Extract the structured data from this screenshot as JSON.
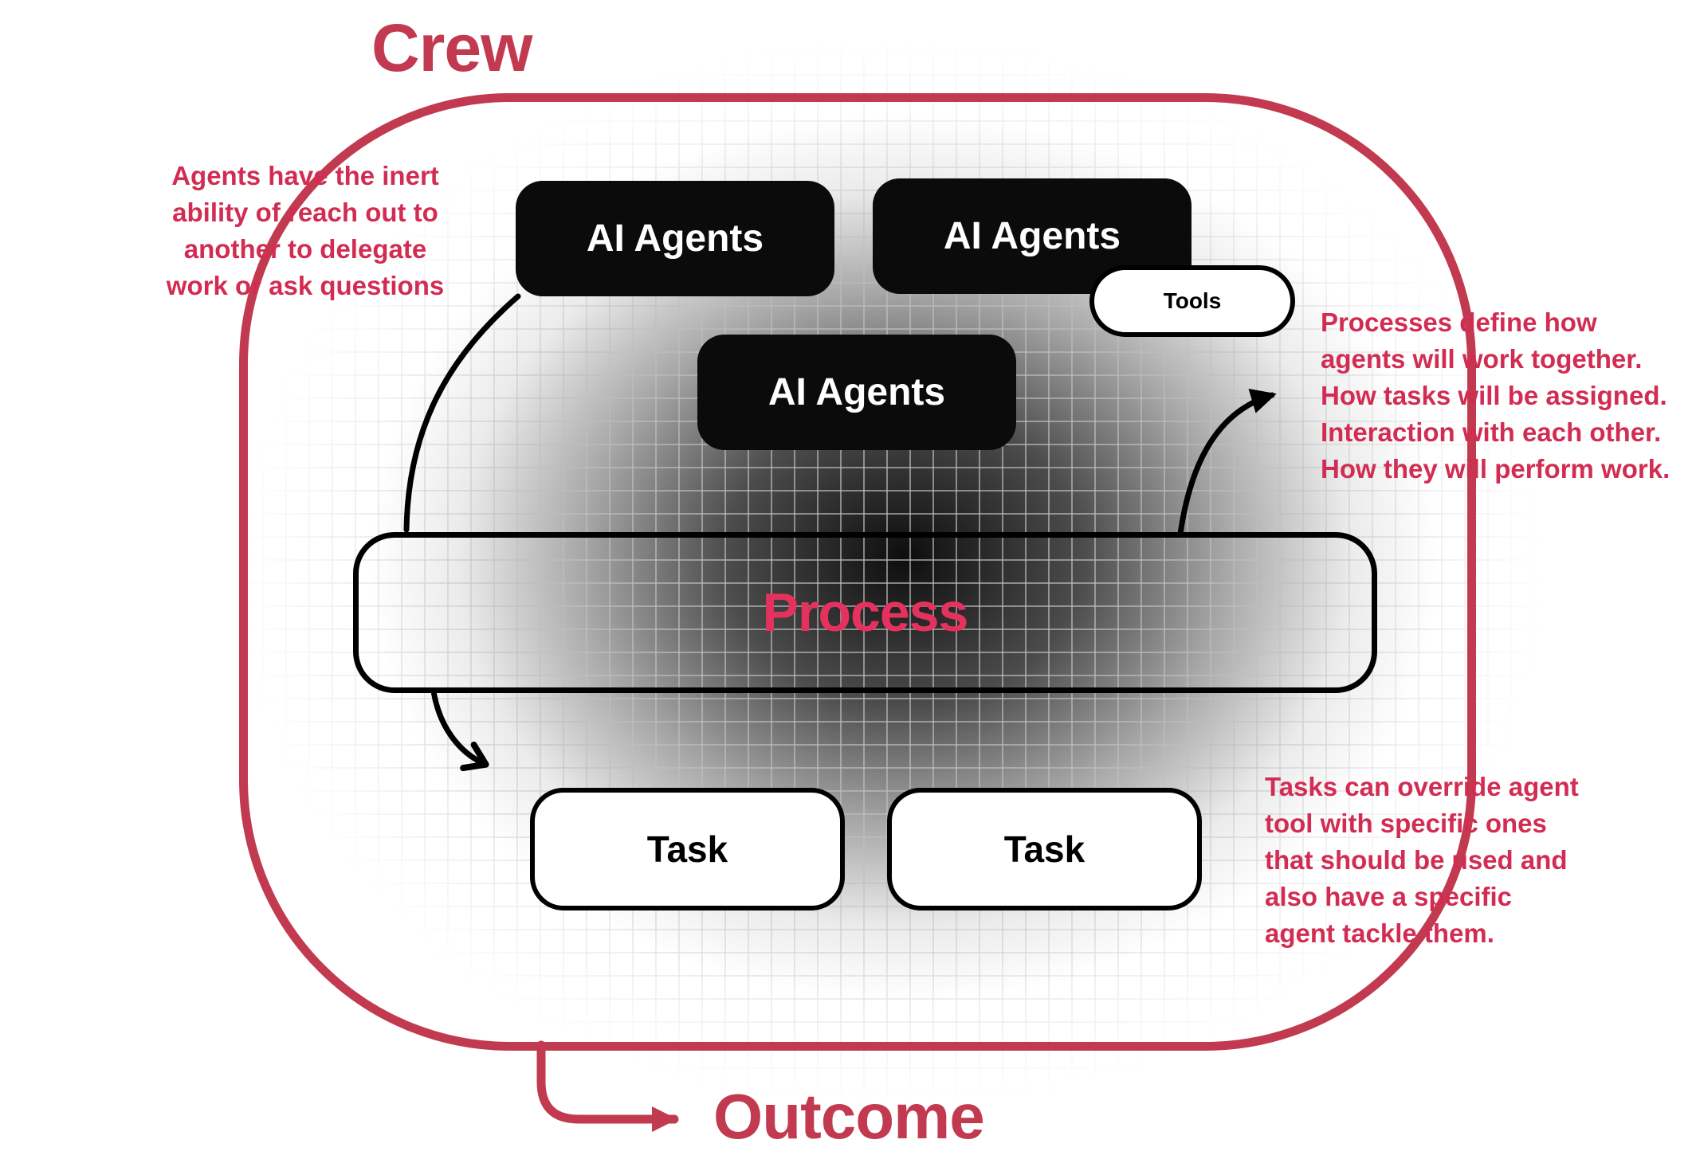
{
  "colors": {
    "accent_red": "#c23a50",
    "process_red": "#e5315e",
    "annotation_red": "#d22c52",
    "box_black": "#0b0b0b",
    "grid_line": "#bebebe"
  },
  "labels": {
    "crew": "Crew",
    "outcome": "Outcome",
    "process": "Process",
    "tools": "Tools"
  },
  "agents": [
    {
      "label": "AI Agents"
    },
    {
      "label": "AI Agents"
    },
    {
      "label": "AI Agents"
    }
  ],
  "tasks": [
    {
      "label": "Task"
    },
    {
      "label": "Task"
    }
  ],
  "annotations": {
    "left_lines": [
      "Agents have the inert",
      "ability of reach out to",
      "another to delegate",
      "work or ask questions"
    ],
    "right_top_lines": [
      "Processes define how",
      "agents will work together.",
      "How tasks will be assigned.",
      "Interaction with each other.",
      "How they will perform work."
    ],
    "right_bottom_lines": [
      "Tasks can override agent",
      "tool with specific ones",
      "that should be used and",
      "also have a specific",
      "agent tackle them."
    ]
  }
}
